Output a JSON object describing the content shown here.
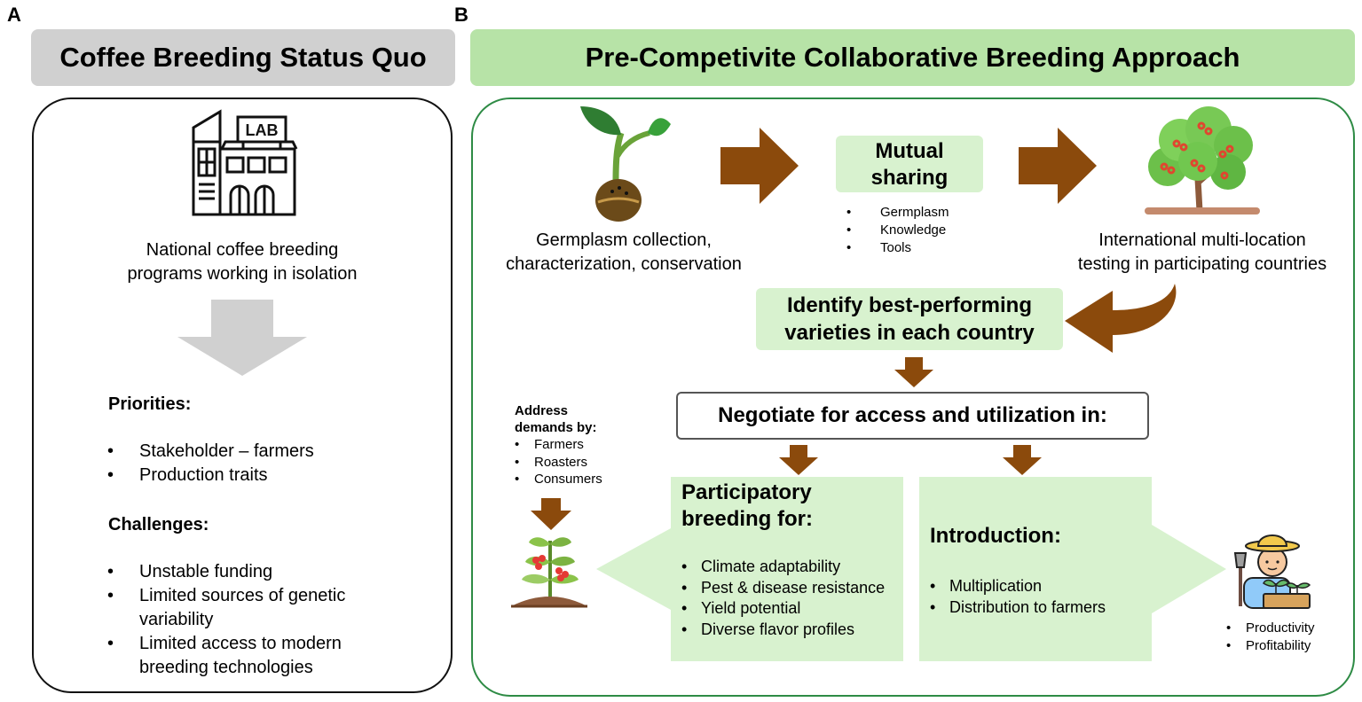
{
  "panel_a": {
    "letter": "A",
    "title": "Coffee Breeding Status Quo",
    "lab_sign": "LAB",
    "description": [
      "National coffee breeding",
      "programs working in isolation"
    ],
    "priorities_heading": "Priorities:",
    "priorities": [
      "Stakeholder – farmers",
      "Production traits"
    ],
    "challenges_heading": "Challenges:",
    "challenges": [
      "Unstable funding",
      "Limited sources of genetic variability",
      "Limited access to modern breeding technologies"
    ]
  },
  "panel_b": {
    "letter": "B",
    "title": "Pre-Competivite Collaborative Breeding Approach",
    "germplasm_caption": [
      "Germplasm collection,",
      "characterization, conservation"
    ],
    "mutual_sharing": {
      "title": [
        "Mutual",
        "sharing"
      ],
      "items": [
        "Germplasm",
        "Knowledge",
        "Tools"
      ]
    },
    "testing_caption": [
      "International multi-location",
      "testing in participating countries"
    ],
    "identify": [
      "Identify best-performing",
      "varieties in each country"
    ],
    "negotiate": "Negotiate for access and utilization in:",
    "address": {
      "heading": [
        "Address",
        "demands by:"
      ],
      "items": [
        "Farmers",
        "Roasters",
        "Consumers"
      ]
    },
    "participatory": {
      "title": [
        "Participatory",
        "breeding for:"
      ],
      "items": [
        "Climate adaptability",
        "Pest & disease resistance",
        "Yield potential",
        "Diverse flavor profiles"
      ]
    },
    "introduction": {
      "title": "Introduction:",
      "items": [
        "Multiplication",
        "Distribution to farmers"
      ]
    },
    "outcomes": [
      "Productivity",
      "Profitability"
    ]
  },
  "colors": {
    "arrow_brown": "#8b4a0c",
    "light_green": "#d8f2cf",
    "header_green": "#b7e3a7",
    "header_gray": "#d0d0d0",
    "border_green": "#2e8b45"
  },
  "icons": [
    "lab-building-icon",
    "seedling-icon",
    "coffee-tree-icon",
    "coffee-plant-icon",
    "farmer-icon"
  ]
}
